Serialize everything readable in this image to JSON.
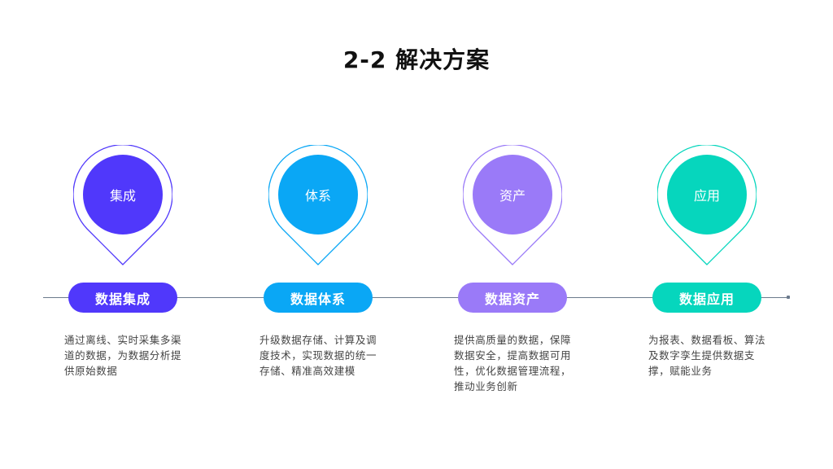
{
  "title": "2-2 解决方案",
  "colors": {
    "integration": "#5038fb",
    "system": "#0aa7f5",
    "asset": "#9a7af8",
    "application": "#06d6bd",
    "timeline": "#6b7a8c"
  },
  "steps": [
    {
      "icon": "map-pin-icon",
      "pin_label": "集成",
      "pill_label": "数据集成",
      "description": "通过离线、实时采集多渠道的数据，为数据分析提供原始数据"
    },
    {
      "icon": "map-pin-icon",
      "pin_label": "体系",
      "pill_label": "数据体系",
      "description": "升级数据存储、计算及调度技术，实现数据的统一存储、精准高效建模"
    },
    {
      "icon": "map-pin-icon",
      "pin_label": "资产",
      "pill_label": "数据资产",
      "description": "提供高质量的数据，保障数据安全，提高数据可用性，优化数据管理流程，推动业务创新"
    },
    {
      "icon": "map-pin-icon",
      "pin_label": "应用",
      "pill_label": "数据应用",
      "description": "为报表、数据看板、算法及数字孪生提供数据支撑，赋能业务"
    }
  ]
}
